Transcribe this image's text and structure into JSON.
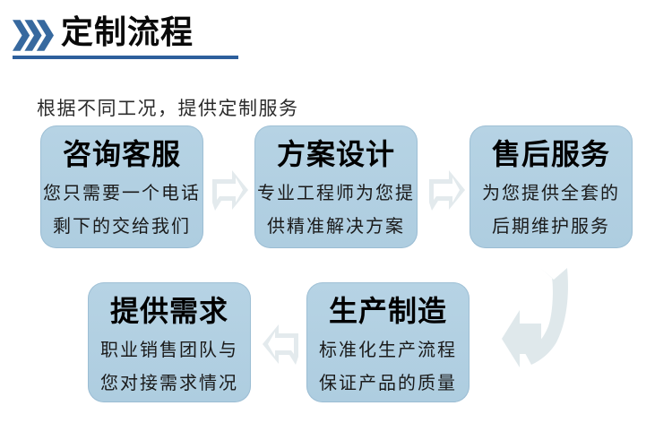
{
  "header": {
    "icon": "triple-chevron-right",
    "title": "定制流程"
  },
  "intro": "根据不同工况，提供定制服务",
  "steps": [
    {
      "title": "咨询客服",
      "desc_line1": "您只需要一个电话",
      "desc_line2": "剩下的交给我们"
    },
    {
      "title": "方案设计",
      "desc_line1": "专业工程师为您提",
      "desc_line2": "供精准解决方案"
    },
    {
      "title": "售后服务",
      "desc_line1": "为您提供全套的",
      "desc_line2": "后期维护服务"
    },
    {
      "title": "提供需求",
      "desc_line1": "职业销售团队与",
      "desc_line2": "您对接需求情况"
    },
    {
      "title": "生产制造",
      "desc_line1": "标准化生产流程",
      "desc_line2": "保证产品的质量"
    }
  ],
  "arrows": {
    "row1_arrow1": "arrow-right",
    "row1_arrow2": "arrow-right",
    "row2_arrow": "arrow-left",
    "connector": "curved-arrow-down-left"
  },
  "colors": {
    "accent_blue": "#37699f",
    "underline_blue": "#2d5f9c",
    "card_fill": "#b2d0e2",
    "arrow_fill": "#e3eaed",
    "title_text": "#000000",
    "body_text": "#1a1a1a"
  }
}
